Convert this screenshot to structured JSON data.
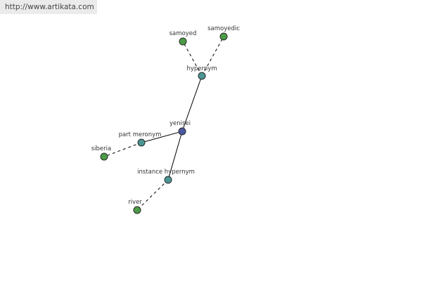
{
  "watermark": "http://www.artikata.com",
  "colors": {
    "center": "#4a59a0",
    "relation": "#4b9693",
    "term": "#4b9c46",
    "edge": "#000000",
    "node_stroke": "#2a2a2a"
  },
  "graph": {
    "nodes": [
      {
        "id": "yenisei",
        "label": "yenisei",
        "kind": "center"
      },
      {
        "id": "hypernym",
        "label": "hypernym",
        "kind": "relation"
      },
      {
        "id": "part-meronym",
        "label": "part meronym",
        "kind": "relation"
      },
      {
        "id": "instance-hypernym",
        "label": "instance hypernym",
        "kind": "relation"
      },
      {
        "id": "samoyed",
        "label": "samoyed",
        "kind": "term"
      },
      {
        "id": "samoyedic",
        "label": "samoyedic",
        "kind": "term"
      },
      {
        "id": "siberia",
        "label": "siberia",
        "kind": "term"
      },
      {
        "id": "river",
        "label": "river",
        "kind": "term"
      }
    ],
    "edges": [
      {
        "from": "yenisei",
        "to": "hypernym",
        "style": "solid"
      },
      {
        "from": "yenisei",
        "to": "part-meronym",
        "style": "solid"
      },
      {
        "from": "yenisei",
        "to": "instance-hypernym",
        "style": "solid"
      },
      {
        "from": "hypernym",
        "to": "samoyed",
        "style": "dashed"
      },
      {
        "from": "hypernym",
        "to": "samoyedic",
        "style": "dashed"
      },
      {
        "from": "part-meronym",
        "to": "siberia",
        "style": "dashed"
      },
      {
        "from": "instance-hypernym",
        "to": "river",
        "style": "dashed"
      }
    ]
  }
}
